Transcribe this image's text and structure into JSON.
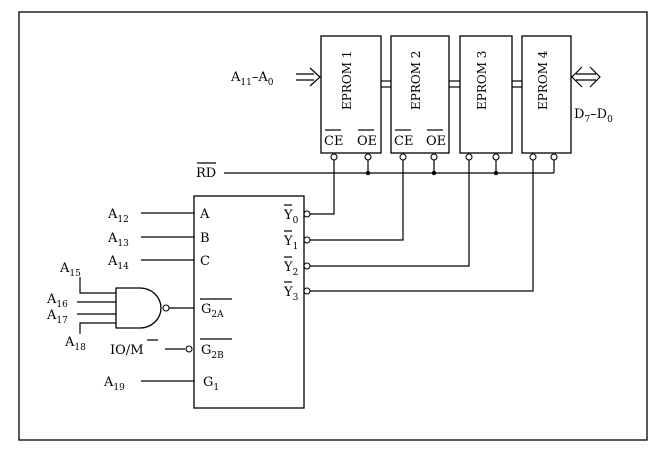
{
  "eproms": [
    {
      "name": "EPROM 1",
      "pins": [
        "CE",
        "OE"
      ]
    },
    {
      "name": "EPROM 2",
      "pins": [
        "CE",
        "OE"
      ]
    },
    {
      "name": "EPROM 3",
      "pins": []
    },
    {
      "name": "EPROM 4",
      "pins": []
    }
  ],
  "address_bus": {
    "label": "A",
    "sub1": "11",
    "dash": "–A",
    "sub2": "0"
  },
  "data_bus": {
    "label": "D",
    "sub1": "7",
    "dash": "–D",
    "sub2": "0"
  },
  "rd_label": "RD",
  "decoder": {
    "inputs": [
      {
        "pin": "A",
        "signal": "A",
        "sub": "12"
      },
      {
        "pin": "B",
        "signal": "A",
        "sub": "13"
      },
      {
        "pin": "C",
        "signal": "A",
        "sub": "14"
      }
    ],
    "outputs": [
      {
        "label": "Y",
        "sub": "0"
      },
      {
        "label": "Y",
        "sub": "1"
      },
      {
        "label": "Y",
        "sub": "2"
      },
      {
        "label": "Y",
        "sub": "3"
      }
    ],
    "g2a": {
      "label": "G",
      "sub": "2A"
    },
    "g2b": {
      "label": "G",
      "sub": "2B"
    },
    "g1": {
      "label": "G",
      "sub": "1"
    }
  },
  "nand_inputs": [
    {
      "signal": "A",
      "sub": "15"
    },
    {
      "signal": "A",
      "sub": "16"
    },
    {
      "signal": "A",
      "sub": "17"
    },
    {
      "signal": "A",
      "sub": "18"
    }
  ],
  "io_m": {
    "io": "IO/",
    "m": "M"
  },
  "g1_signal": {
    "signal": "A",
    "sub": "19"
  }
}
